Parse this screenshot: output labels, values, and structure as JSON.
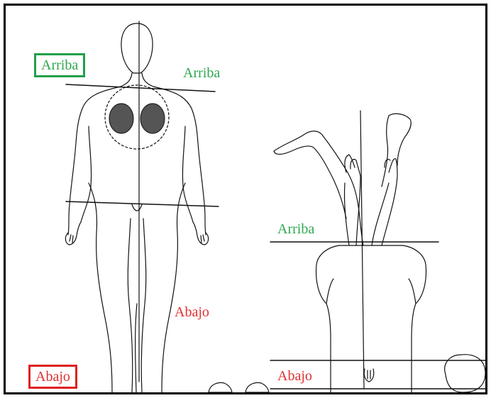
{
  "labels": {
    "box_top": "Arriba",
    "front_top": "Arriba",
    "front_bottom": "Abajo",
    "box_bottom": "Abajo",
    "side_top": "Arriba",
    "side_bottom": "Abajo"
  },
  "colors": {
    "top": "#2fa84f",
    "bottom": "#e03030",
    "line": "#111111"
  }
}
